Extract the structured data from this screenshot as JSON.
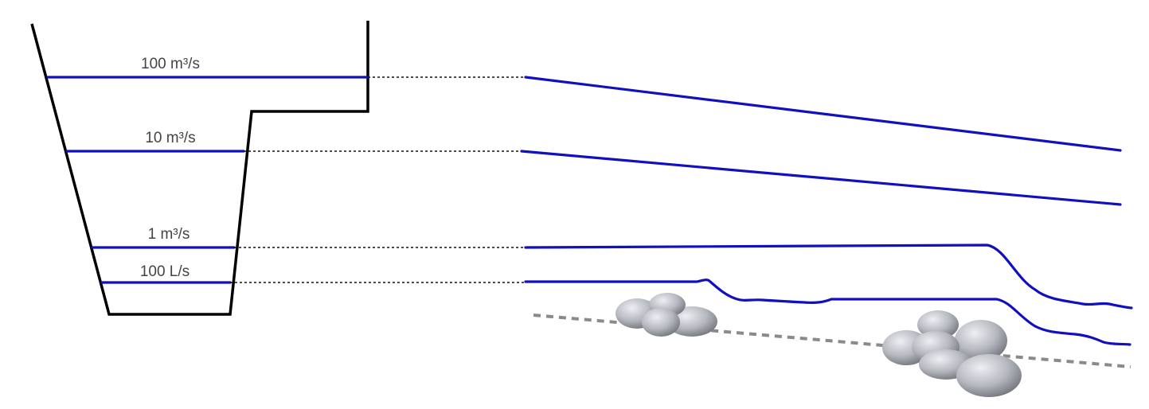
{
  "diagram": {
    "levels": [
      {
        "id": "100-m3s",
        "label": "100 m³/s"
      },
      {
        "id": "10-m3s",
        "label": "10 m³/s"
      },
      {
        "id": "1-m3s",
        "label": "1 m³/s"
      },
      {
        "id": "100-ls",
        "label": "100 L/s"
      }
    ],
    "colors": {
      "water": "#1010c0",
      "channel": "#000000",
      "bed": "#8a8a8a",
      "boulder": "#b4b6be",
      "label": "#444444"
    }
  }
}
